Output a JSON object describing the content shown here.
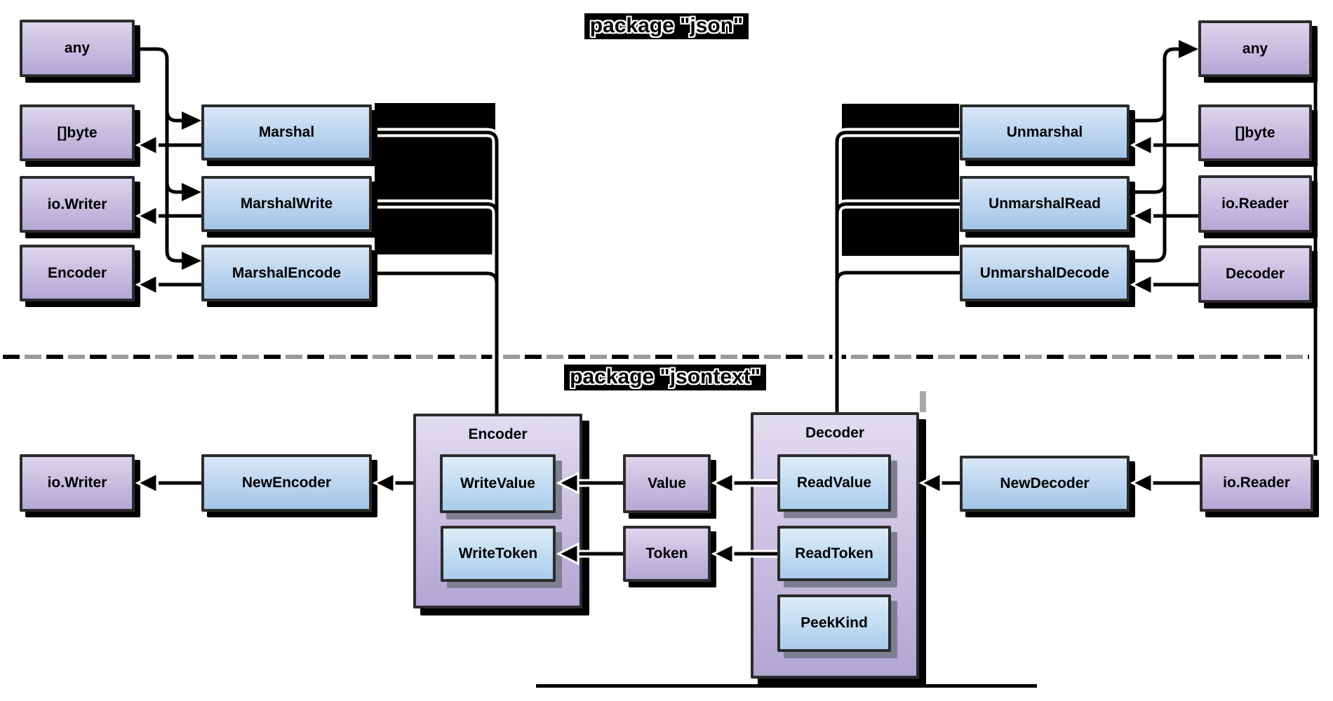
{
  "titles": {
    "json": "package \"json\"",
    "jsontext": "package \"jsontext\""
  },
  "json_pkg": {
    "inputs_left": {
      "any": "any",
      "bytes": "[]byte",
      "io_writer": "io.Writer",
      "encoder": "Encoder"
    },
    "marshal_funcs": {
      "marshal": "Marshal",
      "marshal_write": "MarshalWrite",
      "marshal_encode": "MarshalEncode"
    },
    "unmarshal_funcs": {
      "unmarshal": "Unmarshal",
      "unmarshal_read": "UnmarshalRead",
      "unmarshal_decode": "UnmarshalDecode"
    },
    "inputs_right": {
      "bytes": "[]byte",
      "io_reader": "io.Reader",
      "decoder": "Decoder",
      "any": "any"
    }
  },
  "jsontext_pkg": {
    "io_writer": "io.Writer",
    "new_encoder": "NewEncoder",
    "encoder": "Encoder",
    "write_value": "WriteValue",
    "write_token": "WriteToken",
    "value": "Value",
    "token": "Token",
    "decoder": "Decoder",
    "read_value": "ReadValue",
    "read_token": "ReadToken",
    "peek_kind": "PeekKind",
    "new_decoder": "NewDecoder",
    "io_reader": "io.Reader"
  },
  "edges": [
    "any -> Marshal",
    "any -> MarshalWrite",
    "any -> MarshalEncode",
    "Marshal -> []byte",
    "MarshalWrite -> io.Writer",
    "MarshalEncode -> Encoder",
    "Marshal -> jsontext.Encoder",
    "MarshalWrite -> jsontext.Encoder",
    "MarshalEncode -> jsontext.Encoder",
    "[]byte -> Unmarshal",
    "io.Reader -> UnmarshalRead",
    "Decoder -> UnmarshalDecode",
    "Unmarshal -> any",
    "UnmarshalRead -> any",
    "UnmarshalDecode -> any",
    "Unmarshal -> jsontext.Decoder",
    "UnmarshalRead -> jsontext.Decoder",
    "UnmarshalDecode -> jsontext.Decoder",
    "jsontext.Encoder -> NewEncoder",
    "NewEncoder -> io.Writer",
    "Value -> WriteValue",
    "Token -> WriteToken",
    "ReadValue -> Value",
    "ReadToken -> Token",
    "NewDecoder -> jsontext.Decoder",
    "io.Reader -> NewDecoder",
    "any -> io.Reader (far right)"
  ],
  "colors": {
    "purple_top": "#dcd5ec",
    "purple_bottom": "#b4a7d6",
    "blue_top": "#d8e7f8",
    "blue_bottom": "#a2c4e8",
    "line": "#000000",
    "dash_gray": "#9a9a9a",
    "inner_shadow": "#7f7f93",
    "label_block": "#000000"
  }
}
